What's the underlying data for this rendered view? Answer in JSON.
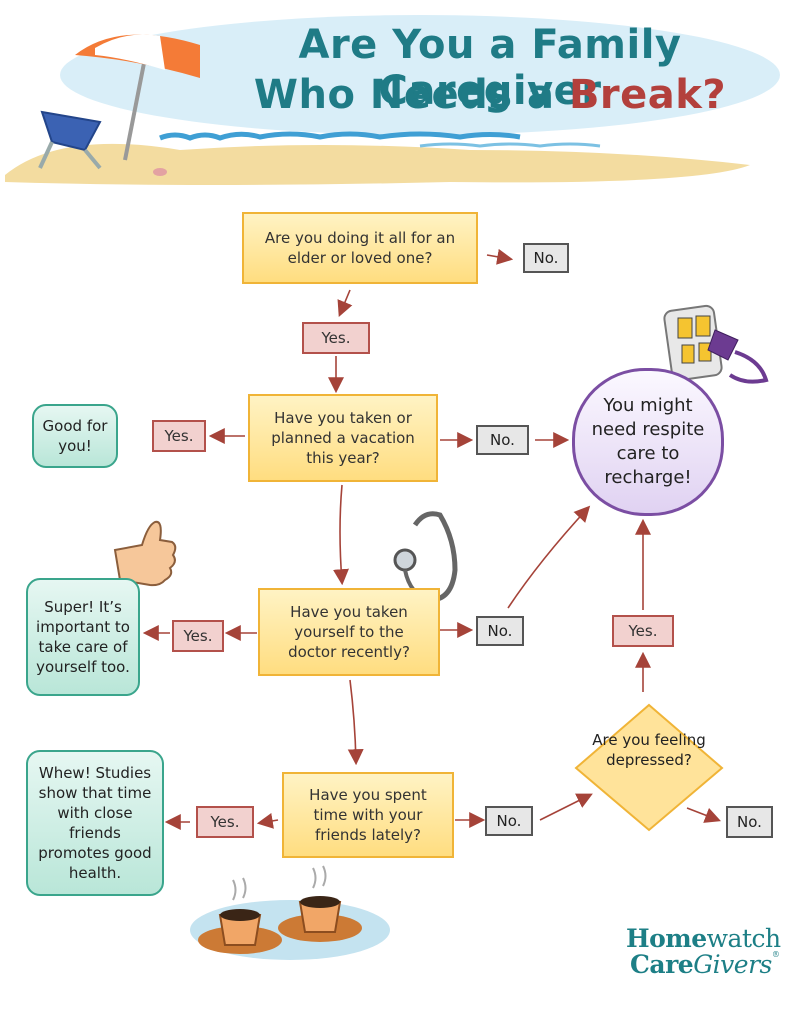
{
  "title": {
    "line1": "Are You a Family Caregiver",
    "line2_prefix": "Who Needs a ",
    "line2_accent": "Break?"
  },
  "flow": {
    "q1": "Are you doing it all for an elder or loved one?",
    "q1_no": "No.",
    "q1_yes": "Yes.",
    "q2": "Have you taken or planned a vacation this year?",
    "q2_yes": "Yes.",
    "q2_no": "No.",
    "q2_yes_result": "Good for you!",
    "q3": "Have you taken yourself to the doctor recently?",
    "q3_yes": "Yes.",
    "q3_no": "No.",
    "q3_yes_result": "Super! It’s important to take care of yourself too.",
    "q4": "Have you spent time with your friends lately?",
    "q4_yes": "Yes.",
    "q4_no": "No.",
    "q4_yes_result": "Whew! Studies show that time with close friends promotes good health.",
    "q5": "Are you feeling depressed?",
    "q5_yes": "Yes.",
    "q5_no": "No.",
    "outcome": "You might need respite care to recharge!"
  },
  "icons": [
    "beach-umbrella-icon",
    "beach-chair-icon",
    "power-outlet-plug-icon",
    "thumbs-up-icon",
    "stethoscope-icon",
    "coffee-cups-icon"
  ],
  "logo": {
    "line1_bold": "Home",
    "line1_thin": "watch",
    "line2_bold": "Care",
    "line2_italic": "Givers",
    "reg": "®"
  },
  "colors": {
    "title_teal": "#1f7b86",
    "accent_red": "#b3403c",
    "question_fill": "#ffe39a",
    "question_border": "#f0b437",
    "yes_fill": "#f2d1cf",
    "no_fill": "#e7e7e7",
    "result_green": "#b9e6d8",
    "outcome_purple": "#7b4ea3"
  }
}
